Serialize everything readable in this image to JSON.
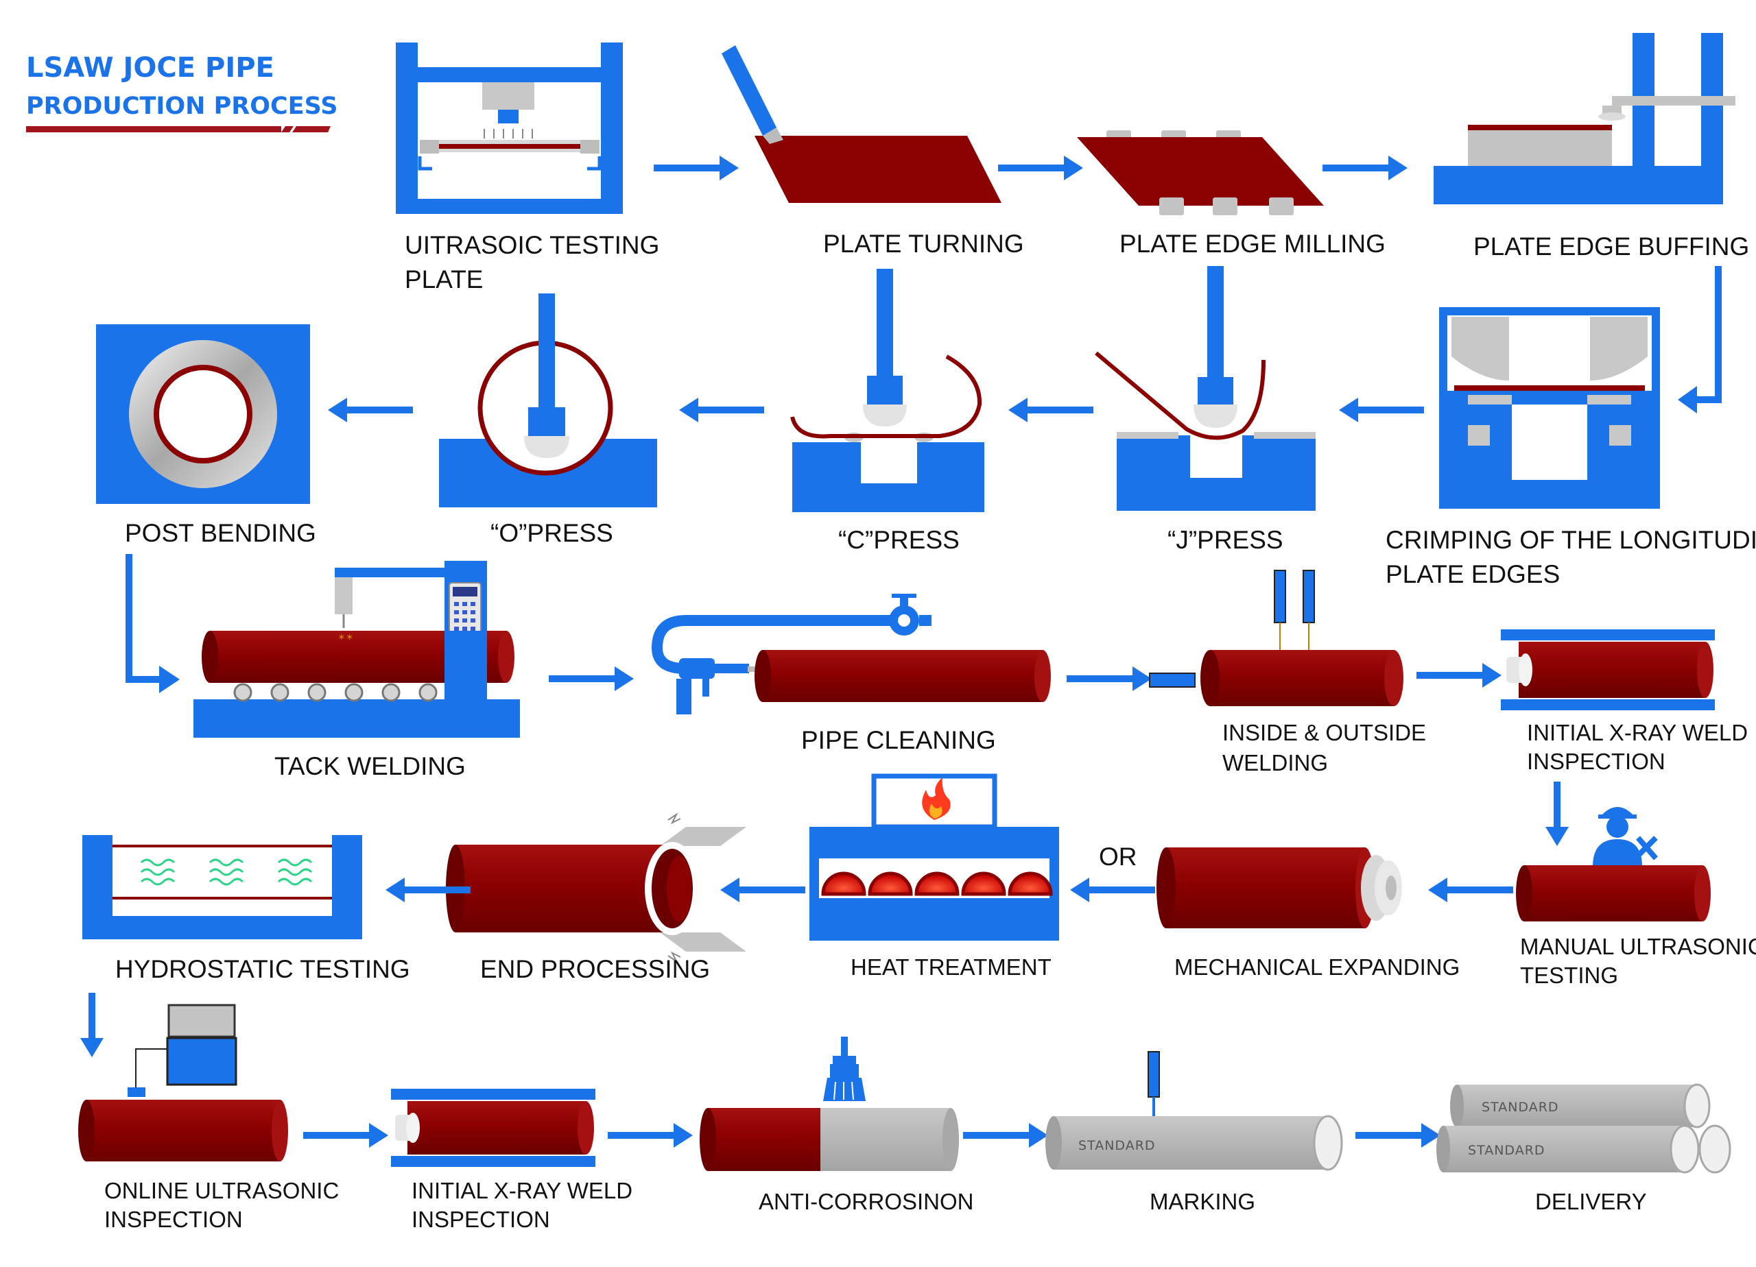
{
  "title": {
    "line1": "LSAW JOCE PIPE",
    "line2": "PRODUCTION PROCESS"
  },
  "colors": {
    "blue": "#1a73e8",
    "pipe_red": "#8b0000",
    "title_underline": "#a0141e",
    "gray": "#b4b4b4",
    "wave_green": "#2fd38a",
    "flame": "#ff3b1f"
  },
  "steps": {
    "ultrasonic_plate": [
      "UITRASOIC TESTING",
      "PLATE"
    ],
    "plate_turning": [
      "PLATE TURNING"
    ],
    "plate_edge_milling": [
      "PLATE EDGE MILLING"
    ],
    "plate_edge_buffing": [
      "PLATE EDGE BUFFING"
    ],
    "crimping": [
      "CRIMPING OF THE LONGITUDINAL",
      "PLATE EDGES"
    ],
    "j_press": [
      "“J”PRESS"
    ],
    "c_press": [
      "“C”PRESS"
    ],
    "o_press": [
      "“O”PRESS"
    ],
    "post_bending": [
      "POST BENDING"
    ],
    "tack_welding": [
      "TACK WELDING"
    ],
    "pipe_cleaning": [
      "PIPE CLEANING"
    ],
    "inside_outside_welding": [
      "INSIDE & OUTSIDE",
      "WELDING"
    ],
    "xray_initial_1": [
      "INITIAL X-RAY WELD",
      "INSPECTION"
    ],
    "manual_ultrasonic": [
      "MANUAL ULTRASONIC",
      "TESTING"
    ],
    "mechanical_expanding": [
      "MECHANICAL EXPANDING"
    ],
    "or_text": "OR",
    "heat_treatment": [
      "HEAT TREATMENT"
    ],
    "end_processing": [
      "END PROCESSING"
    ],
    "hydrostatic_testing": [
      "HYDROSTATIC TESTING"
    ],
    "online_ultrasonic": [
      "ONLINE ULTRASONIC",
      "INSPECTION"
    ],
    "xray_initial_2": [
      "INITIAL X-RAY WELD",
      "INSPECTION"
    ],
    "anti_corrosion": [
      "ANTI-CORROSINON"
    ],
    "marking": [
      "MARKING"
    ],
    "delivery": [
      "DELIVERY"
    ]
  },
  "stamps": {
    "marking": "STANDARD",
    "delivery_top": "STANDARD",
    "delivery_bottom": "STANDARD"
  },
  "icons": [
    "flow-arrow-icon",
    "worker-icon",
    "wrench-icon",
    "flame-icon",
    "paint-brush-icon",
    "computer-monitor-icon",
    "valve-icon",
    "control-panel-icon",
    "water-wave-icon"
  ]
}
